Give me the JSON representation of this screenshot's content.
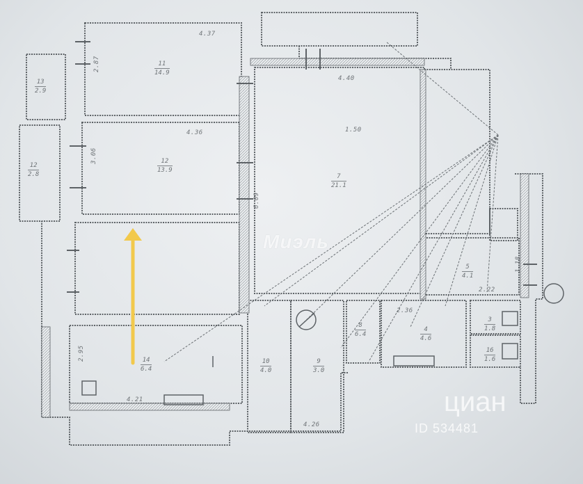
{
  "image": {
    "subject": "photo-of-apartment-floor-plan",
    "colors": {
      "paper": "#e6e9eb",
      "ink": "#5d6266",
      "arrow": "#f2c94c",
      "watermark": "#ffffff"
    }
  },
  "watermarks": {
    "mial_brand": "Миэль",
    "cian_brand": "циан",
    "cian_id": "ID 534481"
  },
  "dimensions": {
    "d1": "4.37",
    "d2": "4.40",
    "d3": "4.36",
    "d4": "1.50",
    "d5": "2.22",
    "d6": "2.36",
    "d7": "4.26",
    "d8": "2.95",
    "d9": "2.87",
    "d10": "3.06",
    "d11": "6.09",
    "d12": "4.21",
    "d13": "1.18"
  },
  "rooms": [
    {
      "num": "11",
      "area": "14.9"
    },
    {
      "num": "12",
      "area": "13.9"
    },
    {
      "num": "7",
      "area": "21.1"
    },
    {
      "num": "13",
      "area": "2.9"
    },
    {
      "num": "12",
      "area": "2.8"
    },
    {
      "num": "14",
      "area": "6.4"
    },
    {
      "num": "10",
      "area": "4.0"
    },
    {
      "num": "9",
      "area": "3.0"
    },
    {
      "num": "8",
      "area": "6.4"
    },
    {
      "num": "4",
      "area": "4.6"
    },
    {
      "num": "3",
      "area": "1.8"
    },
    {
      "num": "5",
      "area": "4.1"
    },
    {
      "num": "16",
      "area": "1.6"
    }
  ]
}
